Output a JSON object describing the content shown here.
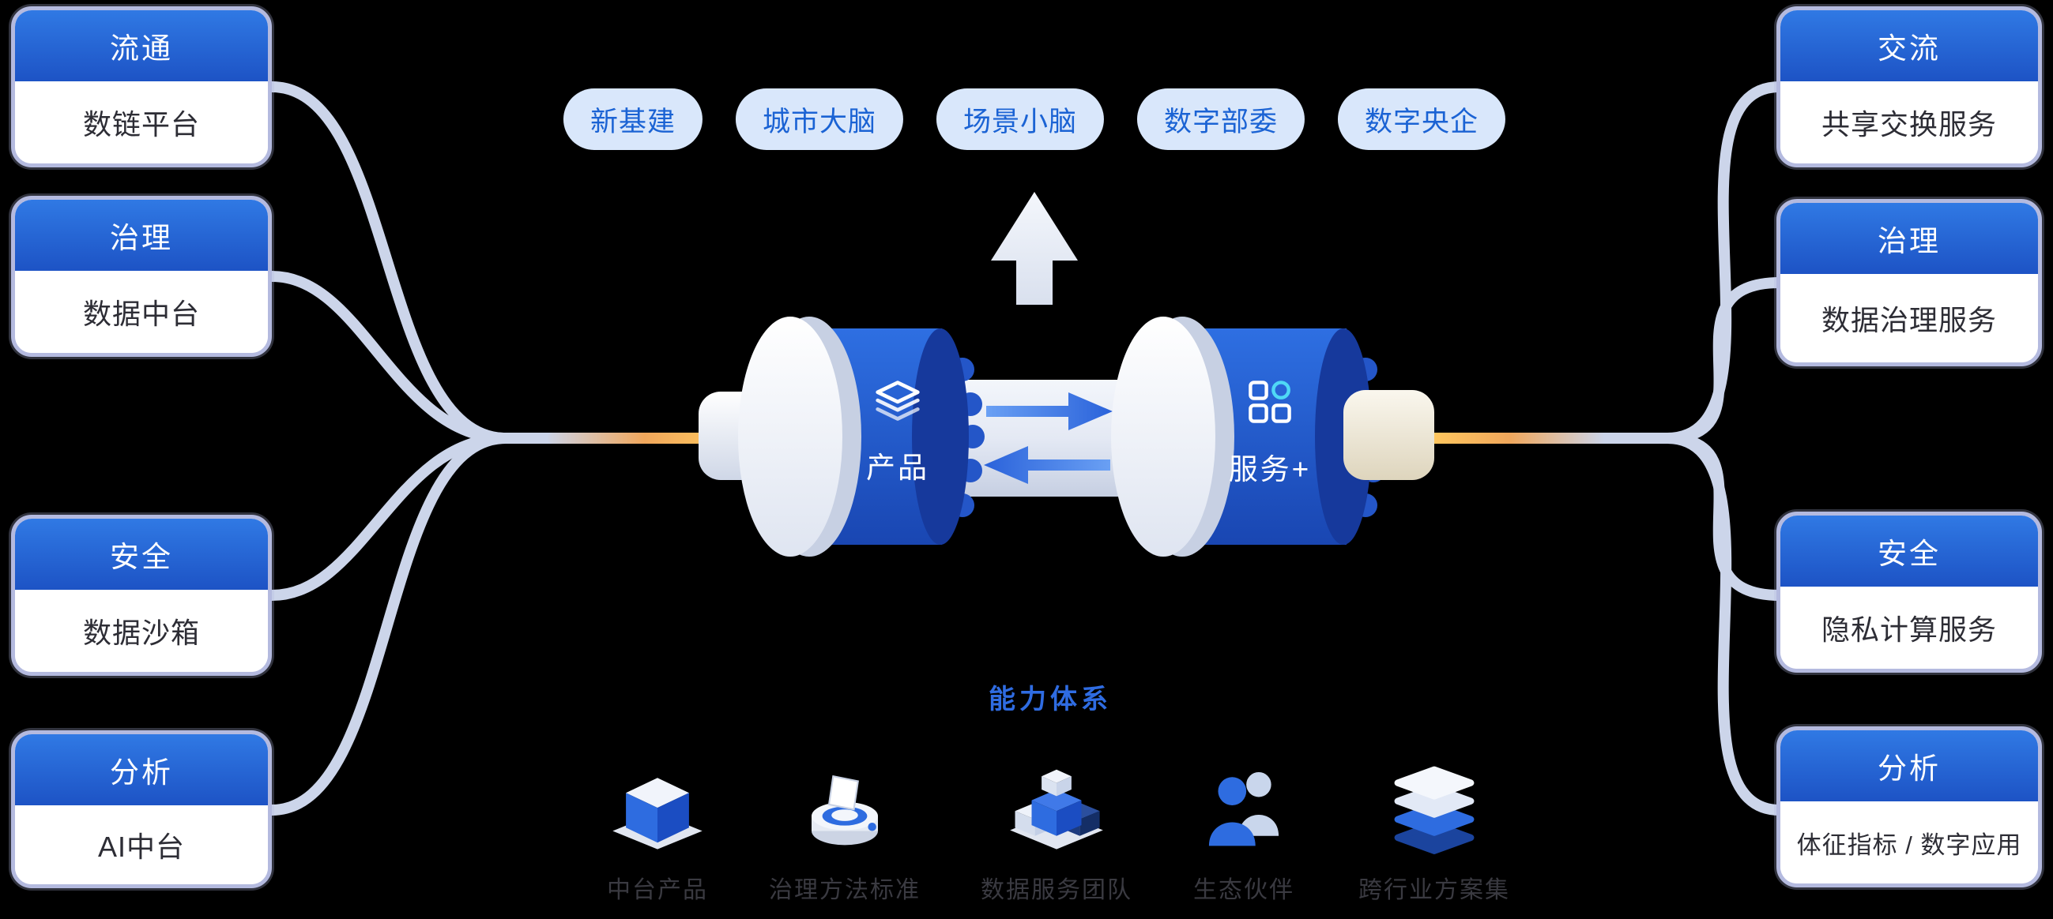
{
  "colors": {
    "background": "#000000",
    "card_header_top": "#3079e4",
    "card_header_bottom": "#1d53c5",
    "card_border": "#b4badf",
    "pill_bg": "#d9e7fb",
    "pill_text": "#1b63d4",
    "connector": "#ccd5ea",
    "connector_accent": "#ffc75e",
    "drum_blue": "#2e6fe2",
    "capability_text": "#2f6ce2",
    "bottom_label_text": "#3a3a41",
    "grid_icon_accent": "#4fd8f6"
  },
  "left_cards": [
    {
      "title": "流通",
      "subtitle": "数链平台"
    },
    {
      "title": "治理",
      "subtitle": "数据中台"
    },
    {
      "title": "安全",
      "subtitle": "数据沙箱"
    },
    {
      "title": "分析",
      "subtitle": "AI中台"
    }
  ],
  "right_cards": [
    {
      "title": "交流",
      "subtitle": "共享交换服务"
    },
    {
      "title": "治理",
      "subtitle": "数据治理服务"
    },
    {
      "title": "安全",
      "subtitle": "隐私计算服务"
    },
    {
      "title": "分析",
      "subtitle": "体征指标 / 数字应用"
    }
  ],
  "top_pills": [
    "新基建",
    "城市大脑",
    "场景小脑",
    "数字部委",
    "数字央企"
  ],
  "center": {
    "left_drum_label": "产品",
    "right_drum_label": "服务+",
    "capability_label": "能力体系",
    "left_drum_icon": "layers-icon",
    "right_drum_icon": "grid-icon",
    "up_arrow_icon": "up-arrow-icon",
    "exchange_icon": "exchange-arrows-icon"
  },
  "bottom_items": [
    {
      "label": "中台产品",
      "icon": "cube-icon"
    },
    {
      "label": "治理方法标准",
      "icon": "podium-document-icon"
    },
    {
      "label": "数据服务团队",
      "icon": "blocks-cluster-icon"
    },
    {
      "label": "生态伙伴",
      "icon": "people-icon"
    },
    {
      "label": "跨行业方案集",
      "icon": "stacked-layers-icon"
    }
  ]
}
